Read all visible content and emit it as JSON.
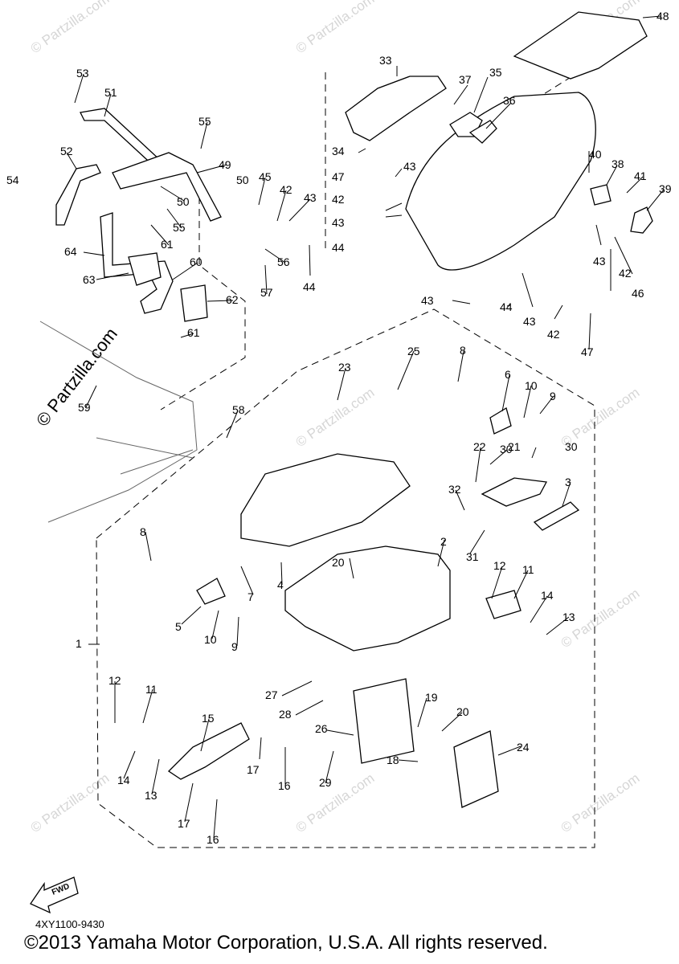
{
  "watermark": {
    "text": "© Partzilla.com",
    "side_text": "© Partzilla.com"
  },
  "drawing_code": "4XY1100-9430",
  "copyright": "©2013 Yamaha Motor Corporation, U.S.A. All rights reserved.",
  "fwd_label": "FWD",
  "part_numbers": [
    "1",
    "2",
    "3",
    "4",
    "5",
    "6",
    "7",
    "8",
    "9",
    "10",
    "11",
    "12",
    "13",
    "14",
    "15",
    "16",
    "17",
    "18",
    "19",
    "20",
    "21",
    "22",
    "23",
    "24",
    "25",
    "26",
    "27",
    "28",
    "29",
    "30",
    "31",
    "32",
    "33",
    "34",
    "35",
    "36",
    "37",
    "38",
    "39",
    "40",
    "41",
    "42",
    "43",
    "44",
    "45",
    "46",
    "47",
    "48",
    "49",
    "50",
    "51",
    "52",
    "53",
    "54",
    "55",
    "56",
    "57",
    "58",
    "59",
    "60",
    "61",
    "62",
    "63",
    "64"
  ]
}
